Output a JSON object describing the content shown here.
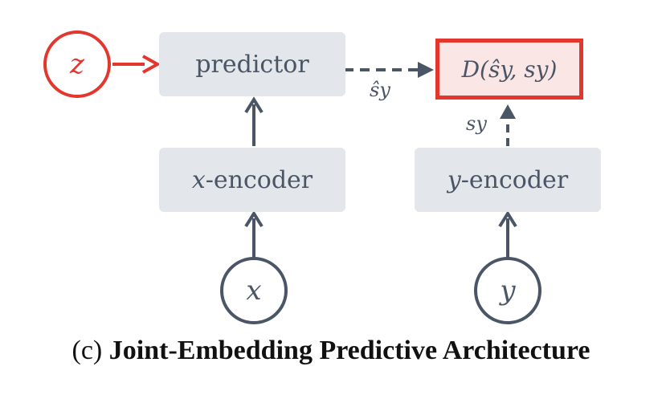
{
  "nodes": {
    "z": "z",
    "x": "x",
    "y": "y",
    "predictor": "predictor",
    "x_encoder_var": "x",
    "x_encoder_rest": "-encoder",
    "y_encoder_var": "y",
    "y_encoder_rest": "-encoder",
    "distance": "D(ŝy, sy)"
  },
  "edge_labels": {
    "s_hat_y": "ŝy",
    "s_y": "sy"
  },
  "caption": {
    "prefix": "(c)",
    "title": "Joint-Embedding Predictive Architecture"
  },
  "colors": {
    "box_fill": "#e3e6eb",
    "text": "#4a5566",
    "accent_red": "#e3372e",
    "distance_fill": "#fbe6e6"
  }
}
